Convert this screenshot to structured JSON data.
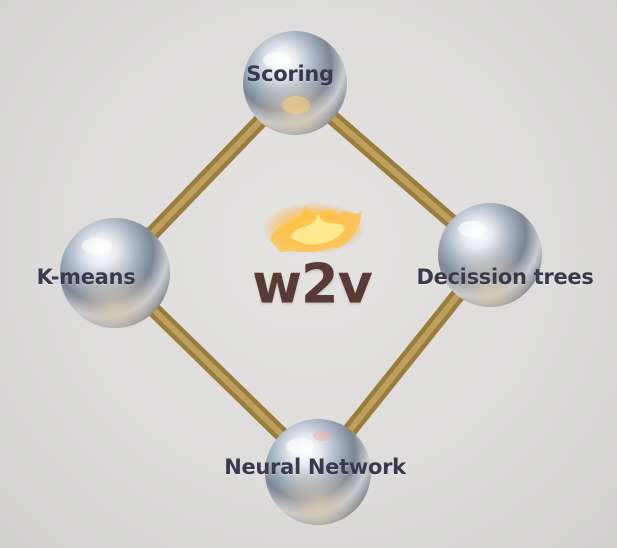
{
  "diagram": {
    "center_title": "w2v",
    "nodes": [
      {
        "id": "scoring",
        "label": "Scoring"
      },
      {
        "id": "kmeans",
        "label": "K-means"
      },
      {
        "id": "decision-trees",
        "label": "Decission trees"
      },
      {
        "id": "neural-network",
        "label": "Neural Network"
      }
    ],
    "edges": [
      {
        "from": "scoring",
        "to": "decision-trees"
      },
      {
        "from": "decision-trees",
        "to": "neural-network"
      },
      {
        "from": "neural-network",
        "to": "kmeans"
      },
      {
        "from": "kmeans",
        "to": "scoring"
      }
    ],
    "colors": {
      "background": "#dddcdb",
      "rod": "#b89850",
      "label": "#3a3a4e",
      "title": "#5a3a36",
      "flame": "#ffb838"
    }
  }
}
